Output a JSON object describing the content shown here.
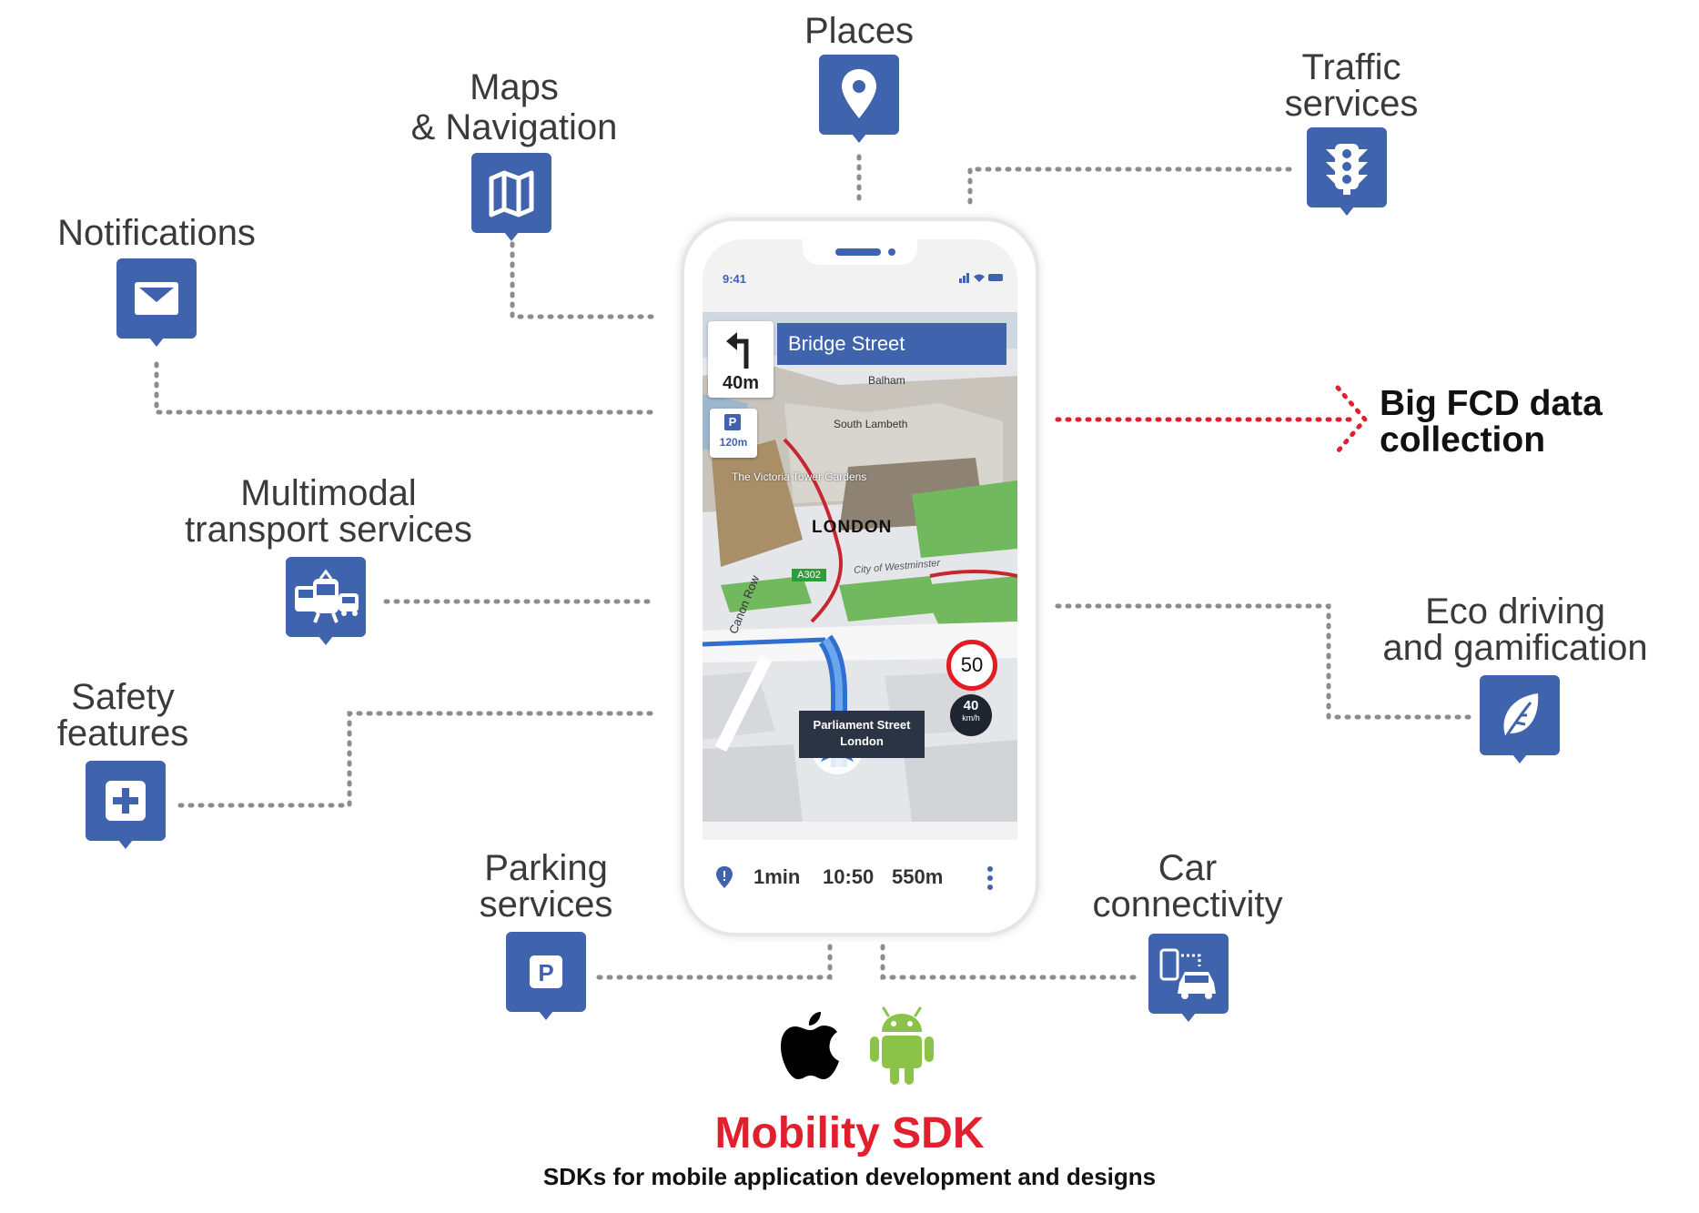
{
  "labels": {
    "places": "Places",
    "maps_line1": "Maps",
    "maps_line2": "& Navigation",
    "traffic_line1": "Traffic",
    "traffic_line2": "services",
    "notifications": "Notifications",
    "multimodal_line1": "Multimodal",
    "multimodal_line2": "transport services",
    "safety_line1": "Safety",
    "safety_line2": "features",
    "parking_line1": "Parking",
    "parking_line2": "services",
    "car_line1": "Car",
    "car_line2": "connectivity",
    "eco_line1": "Eco driving",
    "eco_line2": "and gamification",
    "fcd_line1": "Big FCD data",
    "fcd_line2": "collection"
  },
  "icons": {
    "places": "location-pin-icon",
    "maps": "map-icon",
    "traffic": "traffic-light-icon",
    "notifications": "envelope-icon",
    "multimodal": "bus-tram-car-icon",
    "safety": "first-aid-icon",
    "parking": "parking-icon",
    "car": "phone-car-icon",
    "eco": "leaf-icon",
    "apple": "apple-logo-icon",
    "android": "android-logo-icon"
  },
  "phone": {
    "status_time": "9:41",
    "street": "Bridge Street",
    "turn_distance": "40m",
    "parking_letter": "P",
    "parking_distance": "120m",
    "map_labels": {
      "balham": "Balham",
      "south_lambeth": "South Lambeth",
      "victoria": "The Victoria Tower Gardens",
      "london": "LONDON",
      "city_westminster": "City of Westminster",
      "road": "A302",
      "canon_row": "Canon Row"
    },
    "speed_limit": "50",
    "current_speed": "40",
    "speed_unit": "km/h",
    "current_street_line1": "Parliament Street",
    "current_street_line2": "London",
    "eta_time": "1min",
    "arrival": "10:50",
    "distance": "550m"
  },
  "footer": {
    "title": "Mobility SDK",
    "tagline": "SDKs for mobile application development and designs"
  },
  "colors": {
    "icon_blue": "#3f63ad",
    "accent_red": "#e0202e",
    "connector_gray": "#8c8c8c",
    "android_green": "#8bc34a"
  }
}
